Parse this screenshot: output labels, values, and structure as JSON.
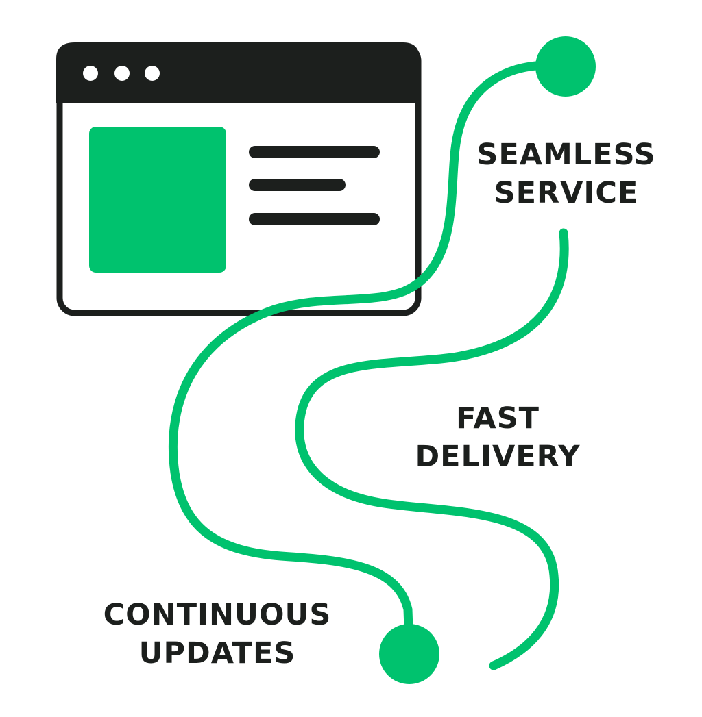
{
  "colors": {
    "accent": "#00C26E",
    "ink": "#1C1F1D",
    "background": "#FFFFFF"
  },
  "browser_window": {
    "icon": "browser-window-icon",
    "controls": [
      "dot",
      "dot",
      "dot"
    ]
  },
  "labels": {
    "seamless_service": {
      "line1": "SEAMLESS",
      "line2": "SERVICE"
    },
    "fast_delivery": {
      "line1": "FAST",
      "line2": "DELIVERY"
    },
    "continuous_updates": {
      "line1": "CONTINUOUS",
      "line2": "UPDATES"
    }
  }
}
